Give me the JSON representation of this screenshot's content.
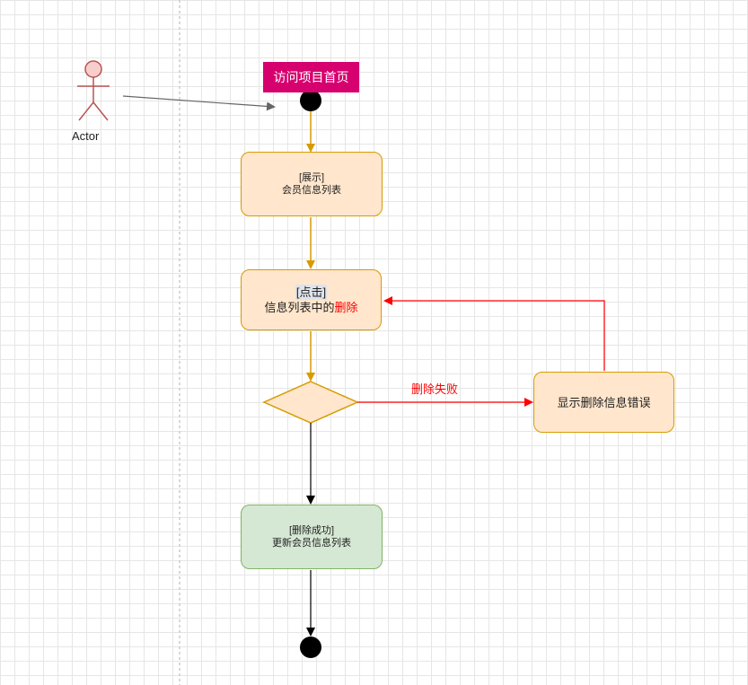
{
  "actor": {
    "label": "Actor"
  },
  "start_label": "访问项目首页",
  "nodes": {
    "display": {
      "line1": "[展示]",
      "line2": "会员信息列表"
    },
    "click": {
      "line1": "[点击]",
      "line2_prefix": "信息列表中的",
      "line2_highlight": "删除"
    },
    "error": {
      "label": "显示删除信息错误"
    },
    "success": {
      "line1": "[删除成功]",
      "line2": "更新会员信息列表"
    }
  },
  "edges": {
    "fail_label": "删除失败"
  },
  "colors": {
    "orange_fill": "#ffe6cc",
    "orange_stroke": "#d79b00",
    "green_fill": "#d5e8d4",
    "green_stroke": "#82b366",
    "title_fill": "#d6006f",
    "actor_fill": "#f8cecc",
    "actor_stroke": "#b85450",
    "flow_orange": "#d79b00",
    "flow_red": "#ff0000",
    "flow_black": "#000000"
  }
}
